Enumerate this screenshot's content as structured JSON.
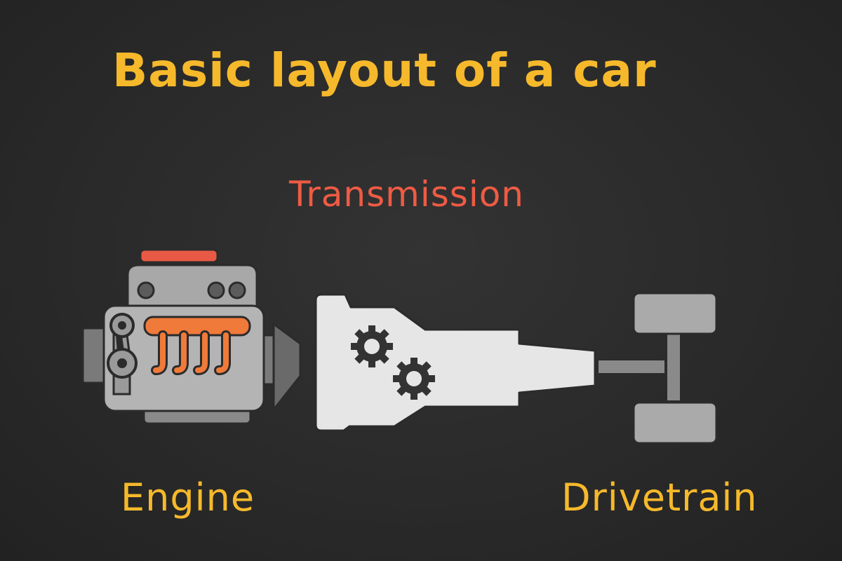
{
  "title": "Basic layout of a car",
  "labels": {
    "transmission": "Transmission",
    "engine": "Engine",
    "drivetrain": "Drivetrain"
  },
  "colors": {
    "background": "#2a2a2a",
    "title": "#f6b92b",
    "transmission_label": "#ef5b44",
    "engine_accent": "#f07a3a",
    "engine_cap": "#e85a45",
    "part_light": "#e6e6e6",
    "part_mid": "#9a9a9a",
    "part_dark": "#5a5a5a"
  },
  "icons": [
    "engine-icon",
    "transmission-icon",
    "gear-icon",
    "drivetrain-icon"
  ]
}
